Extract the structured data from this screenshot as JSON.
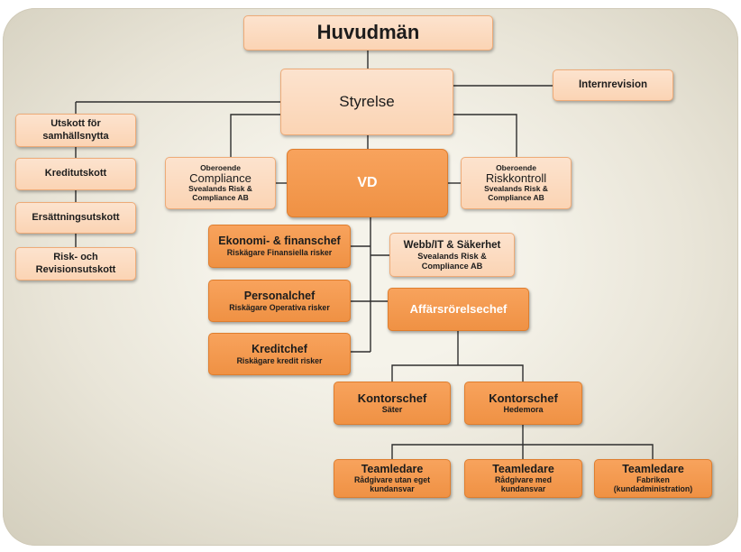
{
  "colors": {
    "panel_center": "#f5f3ea",
    "panel_edge": "#d5d0bf",
    "light_fill": "#fbd4b4",
    "light_border": "#eeab78",
    "dark_fill": "#f79646",
    "dark_border": "#df7e2e",
    "text_dark": "#1c1c1c",
    "text_light": "#ffffff",
    "connector": "#2e2e2e"
  },
  "huvudman": {
    "title": "Huvudmän"
  },
  "styrelse": {
    "title": "Styrelse"
  },
  "internrevision": {
    "title": "Internrevision"
  },
  "committees": [
    {
      "lines": [
        "Utskott för",
        "samhällsnytta"
      ]
    },
    {
      "lines": [
        "Kreditutskott"
      ]
    },
    {
      "lines": [
        "Ersättningsutskott"
      ]
    },
    {
      "lines": [
        "Risk- och",
        "Revisionsutskott"
      ]
    }
  ],
  "compliance": {
    "prefix": "Oberoende",
    "title": "Compliance",
    "org_lines": [
      "Svealands Risk &",
      "Compliance AB"
    ]
  },
  "vd": {
    "title": "VD"
  },
  "riskkontroll": {
    "prefix": "Oberoende",
    "title": "Riskkontroll",
    "org_lines": [
      "Svealands Risk &",
      "Compliance AB"
    ]
  },
  "ekonomichef": {
    "title": "Ekonomi- & finanschef",
    "subtitle": "Riskägare Finansiella risker"
  },
  "webb_it": {
    "title": "Webb/IT & Säkerhet",
    "org_lines": [
      "Svealands Risk &",
      "Compliance AB"
    ]
  },
  "personalchef": {
    "title": "Personalchef",
    "subtitle": "Riskägare Operativa risker"
  },
  "affarsrorelsechef": {
    "title": "Affärsrörelsechef"
  },
  "kreditchef": {
    "title": "Kreditchef",
    "subtitle": "Riskägare kredit risker"
  },
  "kontorschefer": [
    {
      "title": "Kontorschef",
      "subtitle": "Säter"
    },
    {
      "title": "Kontorschef",
      "subtitle": "Hedemora"
    }
  ],
  "teamledare": [
    {
      "title": "Teamledare",
      "sub_lines": [
        "Rådgivare utan eget",
        "kundansvar"
      ]
    },
    {
      "title": "Teamledare",
      "sub_lines": [
        "Rådgivare med",
        "kundansvar"
      ]
    },
    {
      "title": "Teamledare",
      "sub_lines": [
        "Fabriken",
        "(kundadministration)"
      ]
    }
  ]
}
